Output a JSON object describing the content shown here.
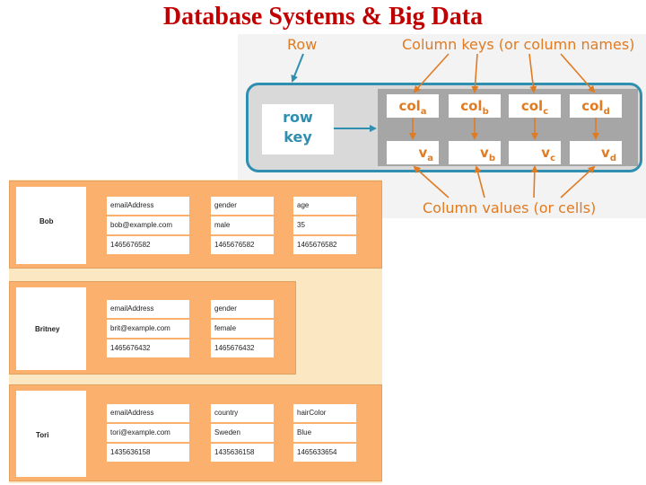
{
  "title": "Database Systems & Big Data",
  "diagram": {
    "row_label": "Row",
    "column_keys_label": "Column keys (or column names)",
    "column_values_label": "Column values (or cells)",
    "row_key_line1": "row",
    "row_key_line2": "key",
    "keys": [
      {
        "base": "col",
        "sub": "a"
      },
      {
        "base": "col",
        "sub": "b"
      },
      {
        "base": "col",
        "sub": "c"
      },
      {
        "base": "col",
        "sub": "d"
      }
    ],
    "values": [
      {
        "base": "v",
        "sub": "a"
      },
      {
        "base": "v",
        "sub": "b"
      },
      {
        "base": "v",
        "sub": "c"
      },
      {
        "base": "v",
        "sub": "d"
      }
    ],
    "colors": {
      "accent": "#e07b22",
      "row_border": "#2f8fb0"
    }
  },
  "rows": [
    {
      "key": "Bob",
      "columns": [
        "emailAddress",
        "gender",
        "age"
      ],
      "values": [
        "bob@example.com",
        "male",
        "35"
      ],
      "timestamps": [
        "1465676582",
        "1465676582",
        "1465676582"
      ]
    },
    {
      "key": "Britney",
      "columns": [
        "emailAddress",
        "gender"
      ],
      "values": [
        "brit@example.com",
        "female"
      ],
      "timestamps": [
        "1465676432",
        "1465676432"
      ]
    },
    {
      "key": "Tori",
      "columns": [
        "emailAddress",
        "country",
        "hairColor"
      ],
      "values": [
        "tori@example.com",
        "Sweden",
        "Blue"
      ],
      "timestamps": [
        "1435636158",
        "1435636158",
        "1465633654"
      ]
    }
  ]
}
